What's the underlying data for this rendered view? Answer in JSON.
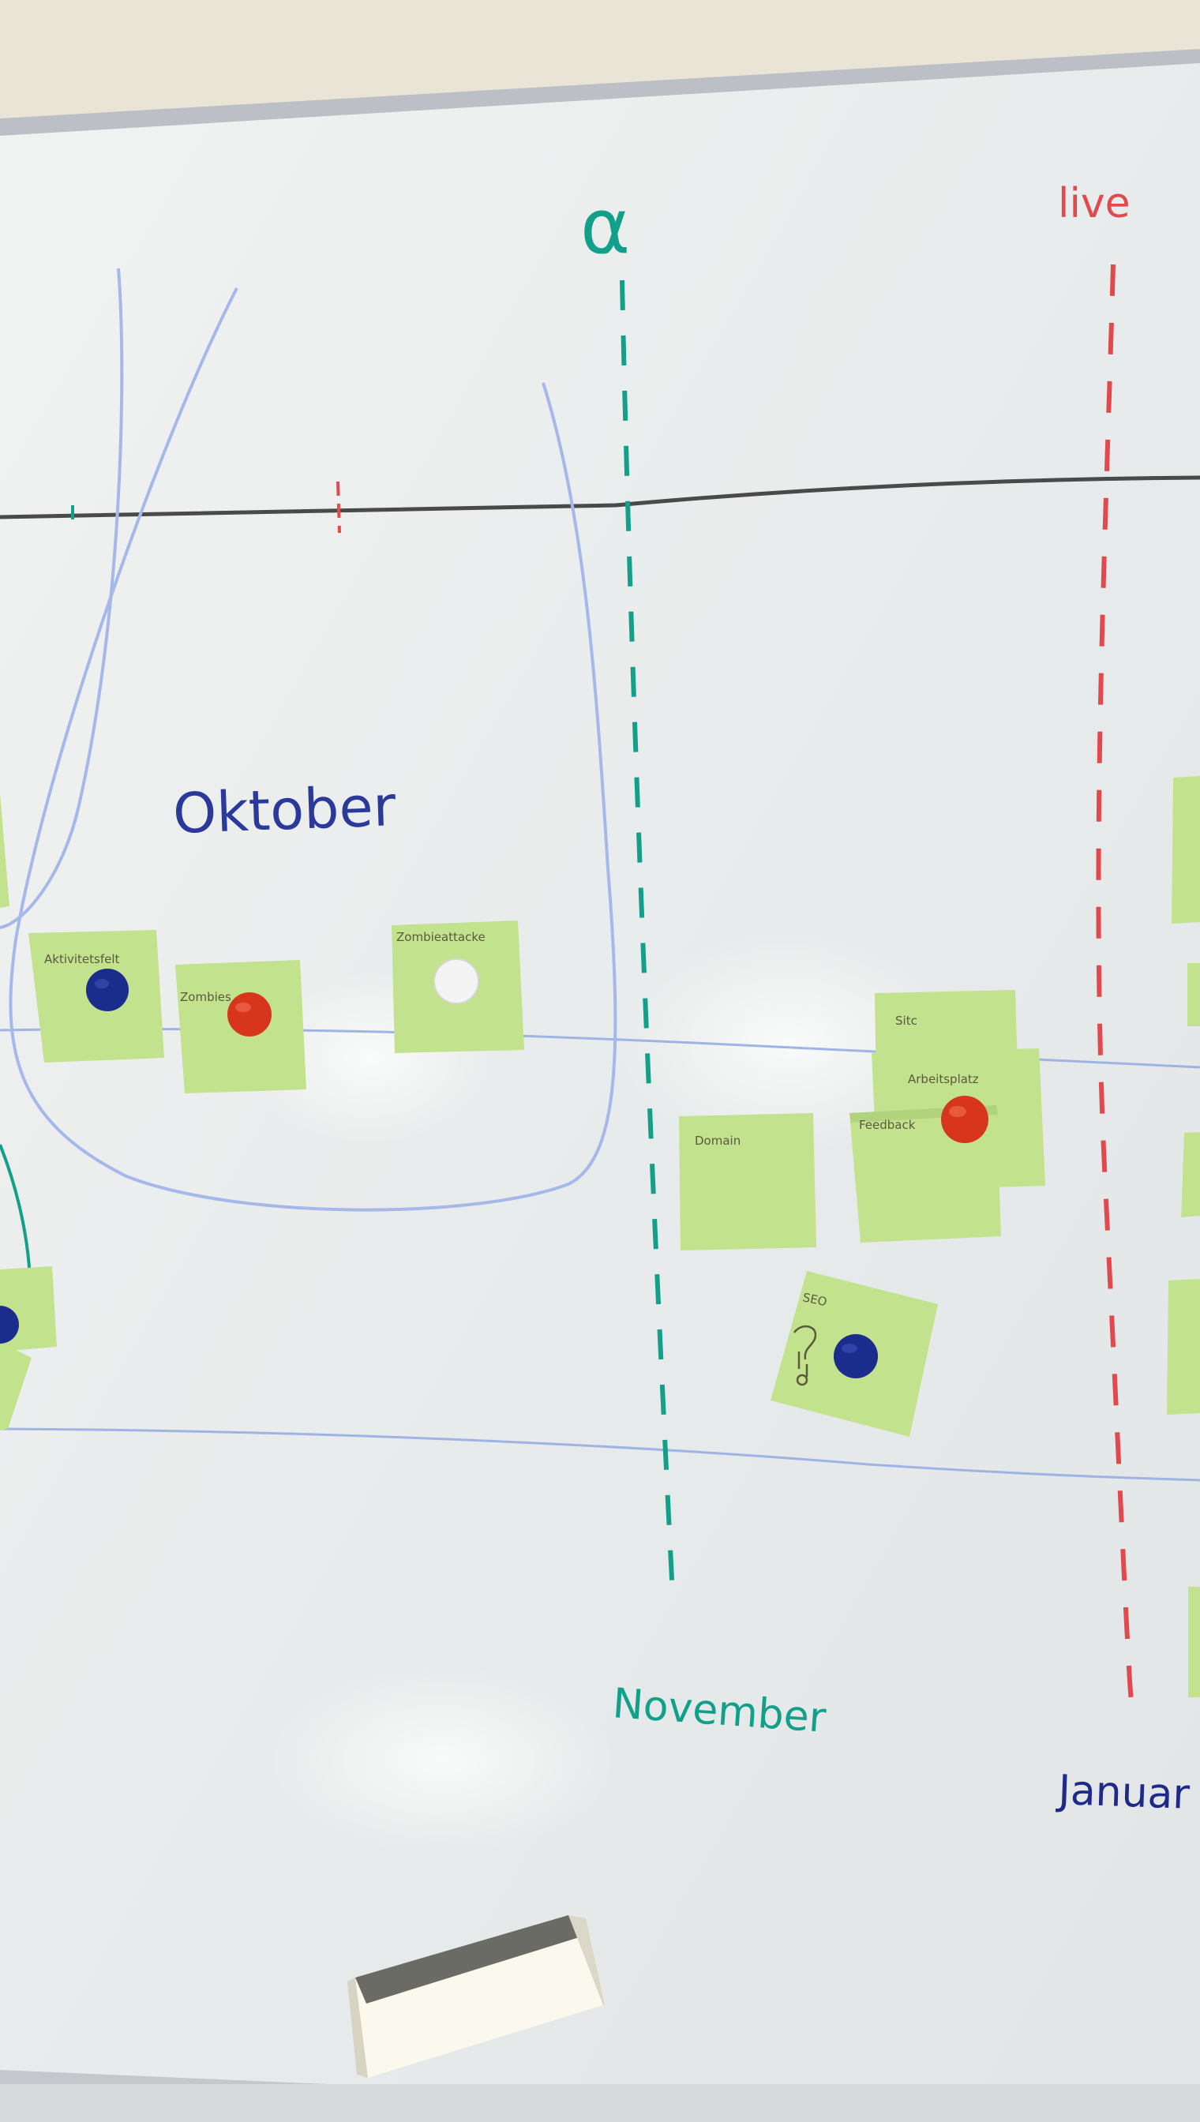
{
  "board": {
    "milestones": {
      "alpha": "α",
      "live": "live"
    },
    "months": {
      "oktober": "Oktober",
      "november": "November",
      "januar": "Januar"
    }
  },
  "notes": {
    "aktivitetsfelt": "Aktivitetsfelt",
    "zombies": "Zombies",
    "zombieattacke": "Zombieattacke",
    "sitc": "Sitc",
    "arbeitsplatz": "Arbeitsplatz",
    "domain": "Domain",
    "feedback": "Feedback",
    "seo": "SEO"
  },
  "colors": {
    "wall": "#e9e4d6",
    "board": "#eef0ef",
    "frame": "#bcc0c6",
    "sticky": "#c3e28e",
    "alpha_teal": "#12a08a",
    "live_red": "#e2494d",
    "marker_blue": "#2b3a9a",
    "magnet_blue": "#1a2c8c",
    "magnet_red": "#d8361c",
    "magnet_white": "#f4f4f4"
  }
}
